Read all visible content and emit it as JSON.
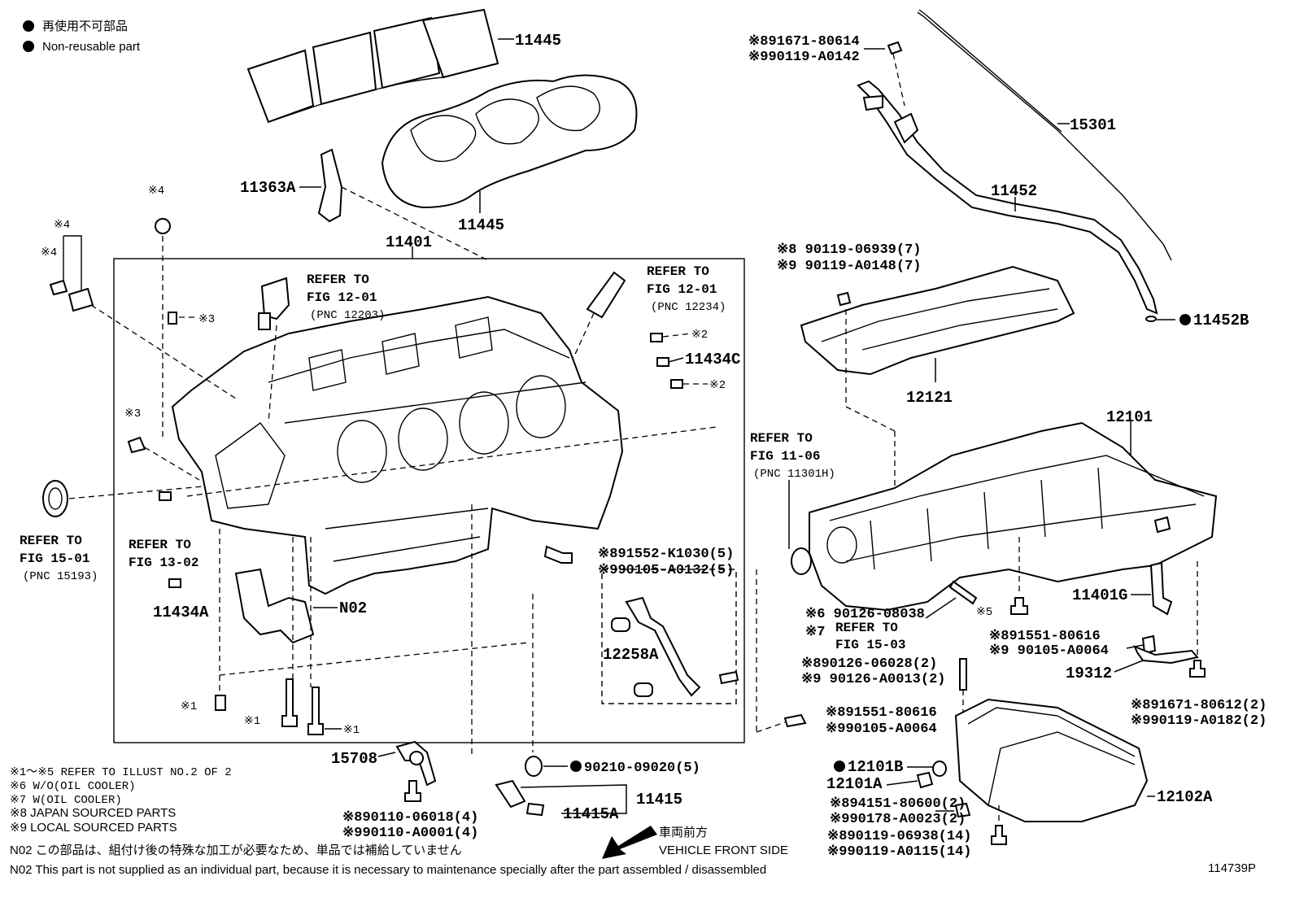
{
  "legend": {
    "nonreusable_jp": "再使用不可部品",
    "nonreusable_en": "Non-reusable part"
  },
  "labels": {
    "p11445_top": "11445",
    "p11445_bottom": "11445",
    "p11363A": "11363A",
    "p11401": "11401",
    "p15301": "15301",
    "p11452": "11452",
    "p11452B": "11452B",
    "p12121": "12121",
    "p12101": "12101",
    "p11434C": "11434C",
    "p11434A": "11434A",
    "pN02": "N02",
    "p12258A": "12258A",
    "p11401G": "11401G",
    "p19312": "19312",
    "p15708": "15708",
    "p11415": "11415",
    "p11415A": "11415A",
    "p12101B": "12101B",
    "p12101A": "12101A",
    "p12102A": "12102A",
    "p90210": "90210-09020(5)"
  },
  "marks": {
    "m4a": "※4",
    "m4b": "※4",
    "m4c": "※4",
    "m3a": "※3",
    "m3b": "※3",
    "m2a": "※2",
    "m2b": "※2",
    "m1a": "※1",
    "m1b": "※1",
    "m1c": "※1",
    "m5": "※5"
  },
  "refs": {
    "r1_l1": "REFER TO",
    "r1_l2": "FIG 12-01",
    "r1_l3": "(PNC 12203)",
    "r2_l1": "REFER TO",
    "r2_l2": "FIG 12-01",
    "r2_l3": "(PNC 12234)",
    "r3_l1": "REFER TO",
    "r3_l2": "FIG 15-01",
    "r3_l3": "(PNC 15193)",
    "r4_l1": "REFER TO",
    "r4_l2": "FIG 13-02",
    "r5_l1": "REFER TO",
    "r5_l2": "FIG 11-06",
    "r5_l3": "(PNC 11301H)",
    "r6_l1": "REFER TO",
    "r6_l2": "FIG 15-03"
  },
  "numbers": {
    "n1a": "※891671-80614",
    "n1b": "※990119-A0142",
    "n2a": "※8 90119-06939(7)",
    "n2b": "※9 90119-A0148(7)",
    "n3a": "※891552-K1030(5)",
    "n3b": "※990105-A0132(5)",
    "n4a": "※6 90126-08038",
    "n4b": "※7",
    "n5a": "※891551-80616",
    "n5b": "※9 90105-A0064",
    "n6a": "※890126-06028(2)",
    "n6b": "※9 90126-A0013(2)",
    "n7a": "※891671-80612(2)",
    "n7b": "※990119-A0182(2)",
    "n8a": "※891551-80616",
    "n8b": "※990105-A0064",
    "n9a": "※894151-80600(2)",
    "n9b": "※990178-A0023(2)",
    "n10a": "※890119-06938(14)",
    "n10b": "※990119-A0115(14)",
    "n11a": "※890110-06018(4)",
    "n11b": "※990110-A0001(4)"
  },
  "notes": {
    "l1": "※1～※5 REFER TO ILLUST NO.2 OF 2",
    "l2": "※6 W/O(OIL COOLER)",
    "l3": "※7 W(OIL COOLER)",
    "l4": "※8 JAPAN SOURCED PARTS",
    "l5": "※9 LOCAL SOURCED PARTS",
    "n02_jp": "N02  この部品は、組付け後の特殊な加工が必要なため、単品では補給していません",
    "n02_en": "N02  This part is not supplied as an individual part, because it is necessary to maintenance specially after the part assembled / disassembled"
  },
  "front": {
    "jp": "車両前方",
    "en": "VEHICLE FRONT SIDE"
  },
  "illustration_id": "114739P"
}
